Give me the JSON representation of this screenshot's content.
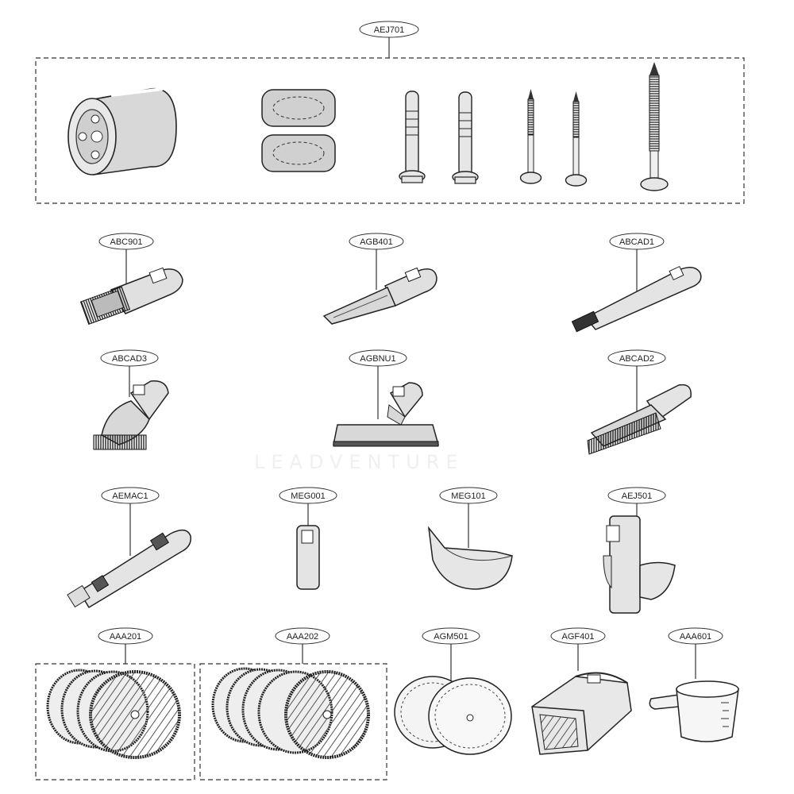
{
  "labels": {
    "aej701": "AEJ701",
    "abc901": "ABC901",
    "agb401": "AGB401",
    "abcad1": "ABCAD1",
    "abcad3": "ABCAD3",
    "agbnu1": "AGBNU1",
    "abcad2": "ABCAD2",
    "aemac1": "AEMAC1",
    "meg001": "MEG001",
    "meg101": "MEG101",
    "aej501": "AEJ501",
    "aaa201": "AAA201",
    "aaa202": "AAA202",
    "agm501": "AGM501",
    "agf401": "AGF401",
    "aaa601": "AAA601"
  },
  "watermark": "LEADVENTURE"
}
